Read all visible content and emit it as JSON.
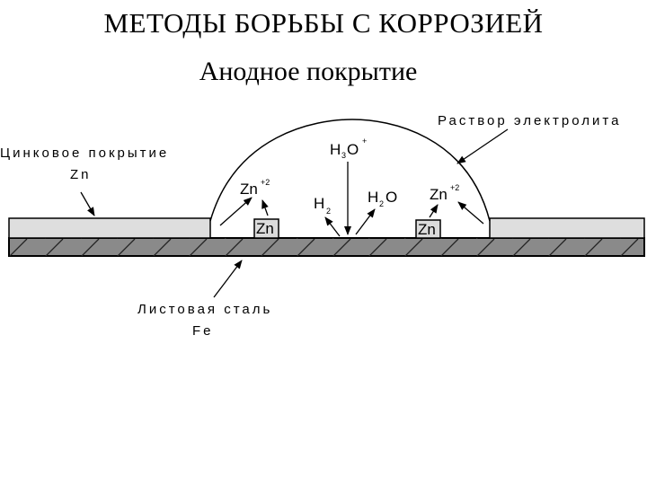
{
  "title": "МЕТОДЫ БОРЬБЫ С КОРРОЗИЕЙ",
  "subtitle": "Анодное покрытие",
  "labels": {
    "zinc_coating": "Цинковое покрытие",
    "zinc_coating_symbol": "Zn",
    "electrolyte": "Раствор электролита",
    "steel": "Листовая сталь",
    "steel_symbol": "Fe"
  },
  "species": {
    "h3o": {
      "base": "H",
      "sub": "3",
      "o": "O",
      "sup": "+"
    },
    "h2": {
      "base": "H",
      "sub": "2"
    },
    "h2o": {
      "base": "H",
      "sub": "2",
      "o": "O"
    },
    "zn_ion": {
      "base": "Zn",
      "sup": "+2"
    },
    "zn_block": "Zn"
  }
}
